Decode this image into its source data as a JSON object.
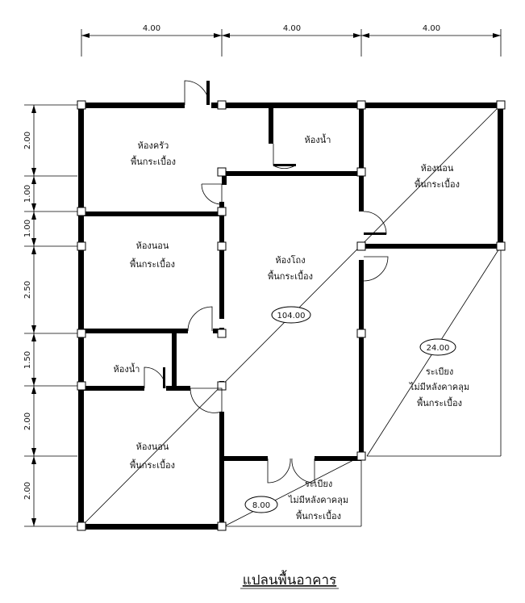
{
  "title": "แปลนพื้นอาคาร",
  "dimensions_top": [
    "4.00",
    "4.00",
    "4.00"
  ],
  "dimensions_left": [
    "2.00",
    "1.00",
    "1.00",
    "2.50",
    "1.50",
    "2.00",
    "2.00"
  ],
  "rooms": {
    "kitchen": [
      "ห้องครัว",
      "พื้นกระเบื้อง"
    ],
    "bath_top": [
      "ห้องน้ำ"
    ],
    "bed_tr": [
      "ห้องนอน",
      "พื้นกระเบื้อง"
    ],
    "bed_ml": [
      "ห้องนอน",
      "พื้นกระเบื้อง"
    ],
    "hall": [
      "ห้องโถง",
      "พื้นกระเบื้อง"
    ],
    "bath_left": [
      "ห้องน้ำ"
    ],
    "bed_bl": [
      "ห้องนอน",
      "พื้นกระเบื้อง"
    ],
    "porch_right": [
      "ระเบียง",
      "ไม่มีหลังคาคลุม",
      "พื้นกระเบื้อง"
    ],
    "porch_bottom": [
      "ระเบียง",
      "ไม่มีหลังคาคลุม",
      "พื้นกระเบื้อง"
    ]
  },
  "areas": {
    "main": "104.00",
    "porch_right": "24.00",
    "porch_bottom": "8.00"
  }
}
